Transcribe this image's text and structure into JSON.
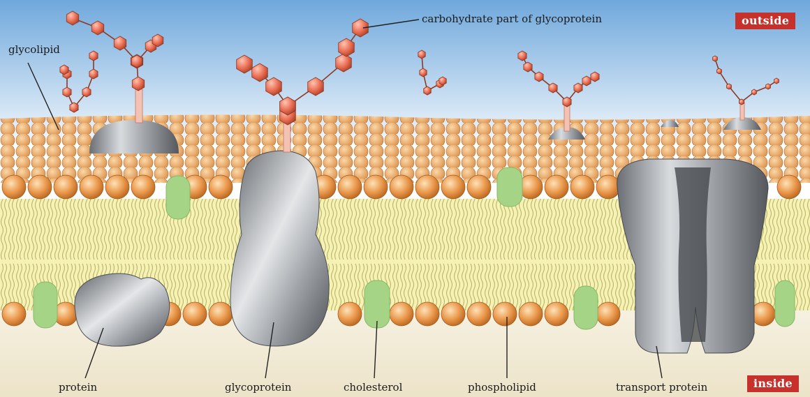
{
  "labels": {
    "outside": "outside",
    "inside": "inside",
    "glycolipid": "glycolipid",
    "carbohydrate": "carbohydrate part of glycoprotein",
    "protein": "protein",
    "glycoprotein": "glycoprotein",
    "cholesterol": "cholesterol",
    "phospholipid": "phospholipid",
    "transport_protein": "transport protein"
  },
  "colors": {
    "sky_top": "#6fa8dc",
    "sky_bottom": "#eef5fb",
    "phospholipid_head": "#e8974a",
    "tail_region": "#f4f0a8",
    "cholesterol": "#9ccd7c",
    "sugar": "#e86b50",
    "protein": "#9a9ea3",
    "badge": "#c7312b",
    "cytoplasm": "#f2ecd9"
  }
}
